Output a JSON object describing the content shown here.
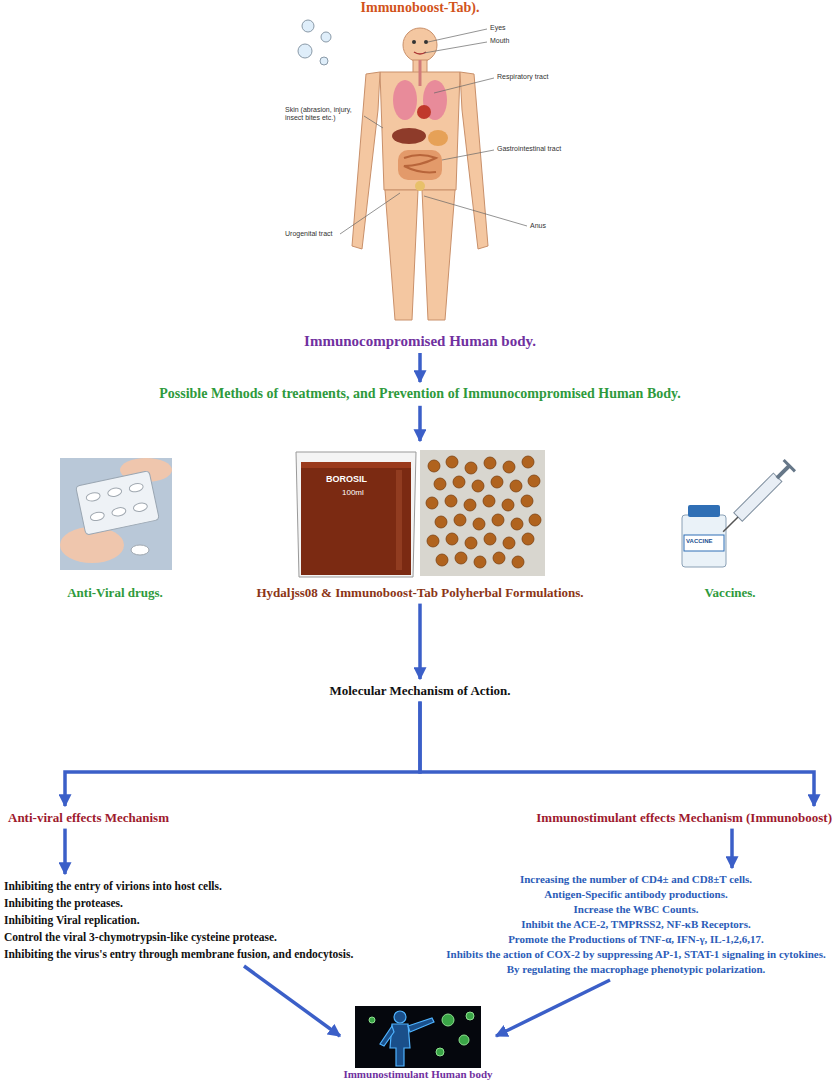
{
  "diagram": {
    "title": "Immunoboost-Tab).",
    "nodes": [
      {
        "text": [
          "Immunocompromised Human body."
        ]
      },
      {
        "text": [
          "Possible Methods of treatments, and Prevention of Immunocompromised Human Body."
        ]
      },
      {
        "text": [
          "Anti-Viral drugs."
        ]
      },
      {
        "text": [
          "Hydaljss08 & Immunoboost-Tab Polyherbal Formulations."
        ]
      },
      {
        "text": [
          "Vaccines."
        ]
      },
      {
        "text": [
          "Molecular Mechanism of Action."
        ]
      },
      {
        "text": [
          "Anti-viral effects Mechanism"
        ]
      },
      {
        "text": [
          "Immunostimulant effects Mechanism (Immunoboost)"
        ]
      },
      {
        "text": [
          "Inhibiting the entry of virions into host cells.",
          "Inhibiting the proteases.",
          "Inhibiting Viral replication.",
          "Control the viral 3-chymotrypsin-like cysteine protease.",
          "Inhibiting the virus's entry through membrane fusion, and endocytosis."
        ]
      },
      {
        "text": [
          "Increasing the number of CD4± and CD8±T cells.",
          "Antigen-Specific antibody productions.",
          "Increase the WBC Counts.",
          "Inhibit the ACE-2, TMPRSS2, NF-κB Receptors.",
          "Promote the Productions of TNF-α, IFN-γ, IL-1,2,6,17.",
          "Inhibits the action of COX-2 by suppressing AP-1, STAT-1 signaling in cytokines.",
          "By regulating the macrophage phenotypic polarization."
        ]
      },
      {
        "text": [
          "Immunostimulant Human body"
        ]
      }
    ],
    "edges": [
      {
        "from": 0,
        "to": 1,
        "arrow": "to"
      },
      {
        "from": 1,
        "to": 3,
        "arrow": "to"
      },
      {
        "from": 3,
        "to": 5,
        "arrow": "to"
      },
      {
        "from": 5,
        "to": 6,
        "arrow": "to"
      },
      {
        "from": 5,
        "to": 7,
        "arrow": "to"
      },
      {
        "from": 6,
        "to": 8,
        "arrow": "to"
      },
      {
        "from": 7,
        "to": 9,
        "arrow": "to"
      },
      {
        "from": 8,
        "to": 10,
        "arrow": "to"
      },
      {
        "from": 9,
        "to": 10,
        "arrow": "to"
      }
    ],
    "labels": [
      "Eyes",
      "Mouth",
      "Respiratory tract",
      "Skin (abrasion, injury, insect bites etc.)",
      "Gastrointestinal tract",
      "Urogenital tract",
      "Anus",
      "BOROSIL",
      "100ml",
      "VACCINE"
    ]
  }
}
